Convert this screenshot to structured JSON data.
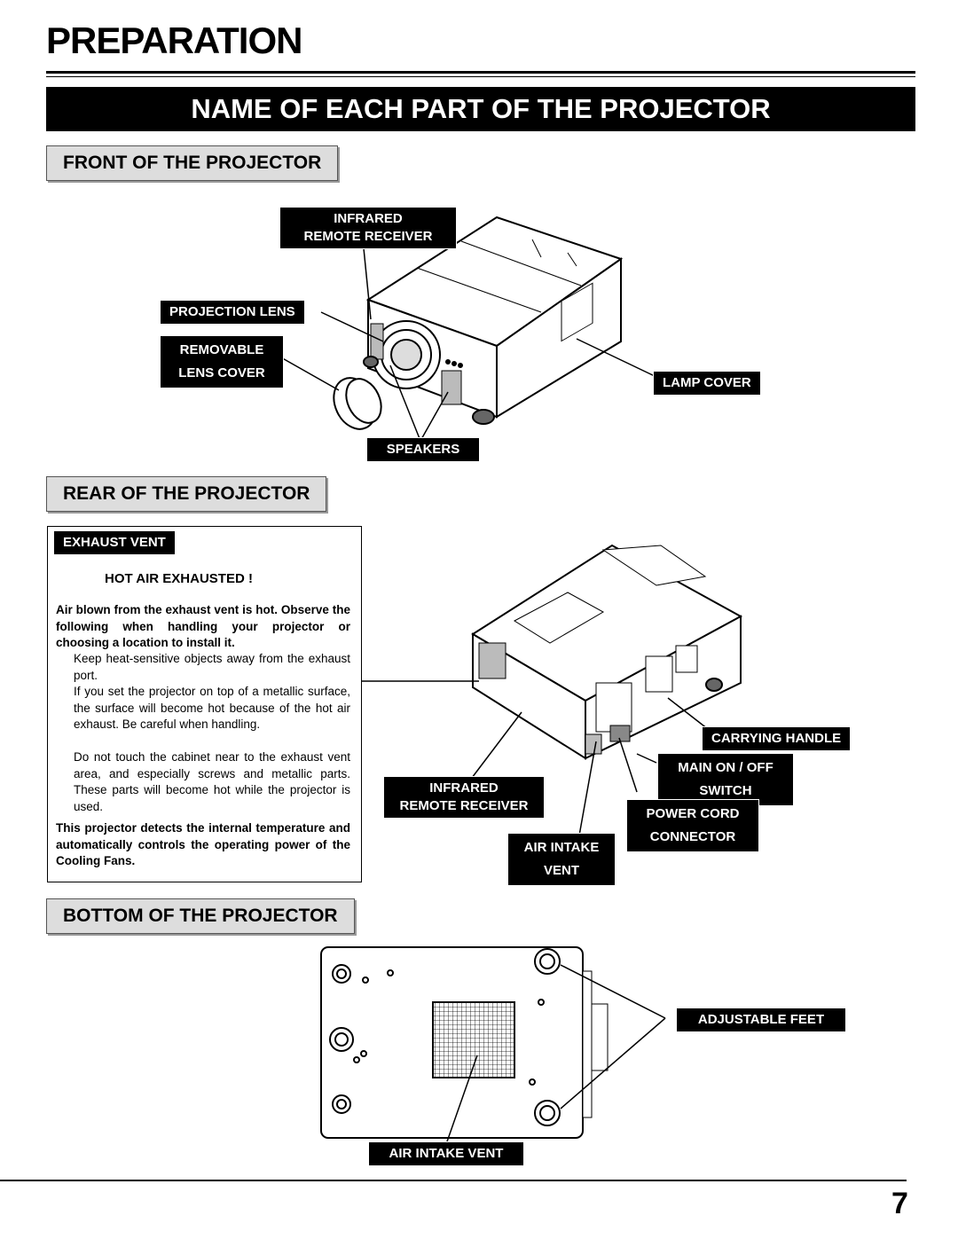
{
  "page": {
    "title": "PREPARATION",
    "banner": "NAME OF EACH PART OF THE PROJECTOR",
    "page_number": "7"
  },
  "sections": {
    "front": "FRONT OF THE PROJECTOR",
    "rear": "REAR OF THE PROJECTOR",
    "bottom": "BOTTOM OF THE PROJECTOR"
  },
  "front_labels": {
    "infrared_1": "INFRARED",
    "infrared_2": "REMOTE RECEIVER",
    "projection_lens": "PROJECTION LENS",
    "lens_cover_1": "REMOVABLE",
    "lens_cover_2": "LENS COVER",
    "lamp_cover": "LAMP COVER",
    "speakers": "SPEAKERS"
  },
  "rear_labels": {
    "carrying_handle": "CARRYING HANDLE",
    "main_switch_1": "MAIN ON / OFF",
    "main_switch_2": "SWITCH",
    "infrared_1": "INFRARED",
    "infrared_2": "REMOTE RECEIVER",
    "power_cord_1": "POWER CORD",
    "power_cord_2": "CONNECTOR",
    "air_intake_1": "AIR INTAKE",
    "air_intake_2": "VENT"
  },
  "bottom_labels": {
    "adjustable_feet": "ADJUSTABLE FEET",
    "air_intake_vent": "AIR INTAKE VENT"
  },
  "warning": {
    "heading": "EXHAUST VENT",
    "alert": "HOT AIR EXHAUSTED !",
    "intro": "Air blown from the exhaust vent is hot. Observe the following when handling your projector or choosing a location to install it.",
    "items": [
      "Keep heat-sensitive objects away from the exhaust port.",
      "If you set the projector on top of a metallic surface, the surface will become hot because of the hot air exhaust. Be careful when handling.",
      "Do not touch the cabinet near to the exhaust vent area, and especially screws and metallic parts. These parts will become hot while the projector is used."
    ],
    "footer": "This projector detects the internal temperature and automatically controls the operating power of the Cooling Fans."
  }
}
